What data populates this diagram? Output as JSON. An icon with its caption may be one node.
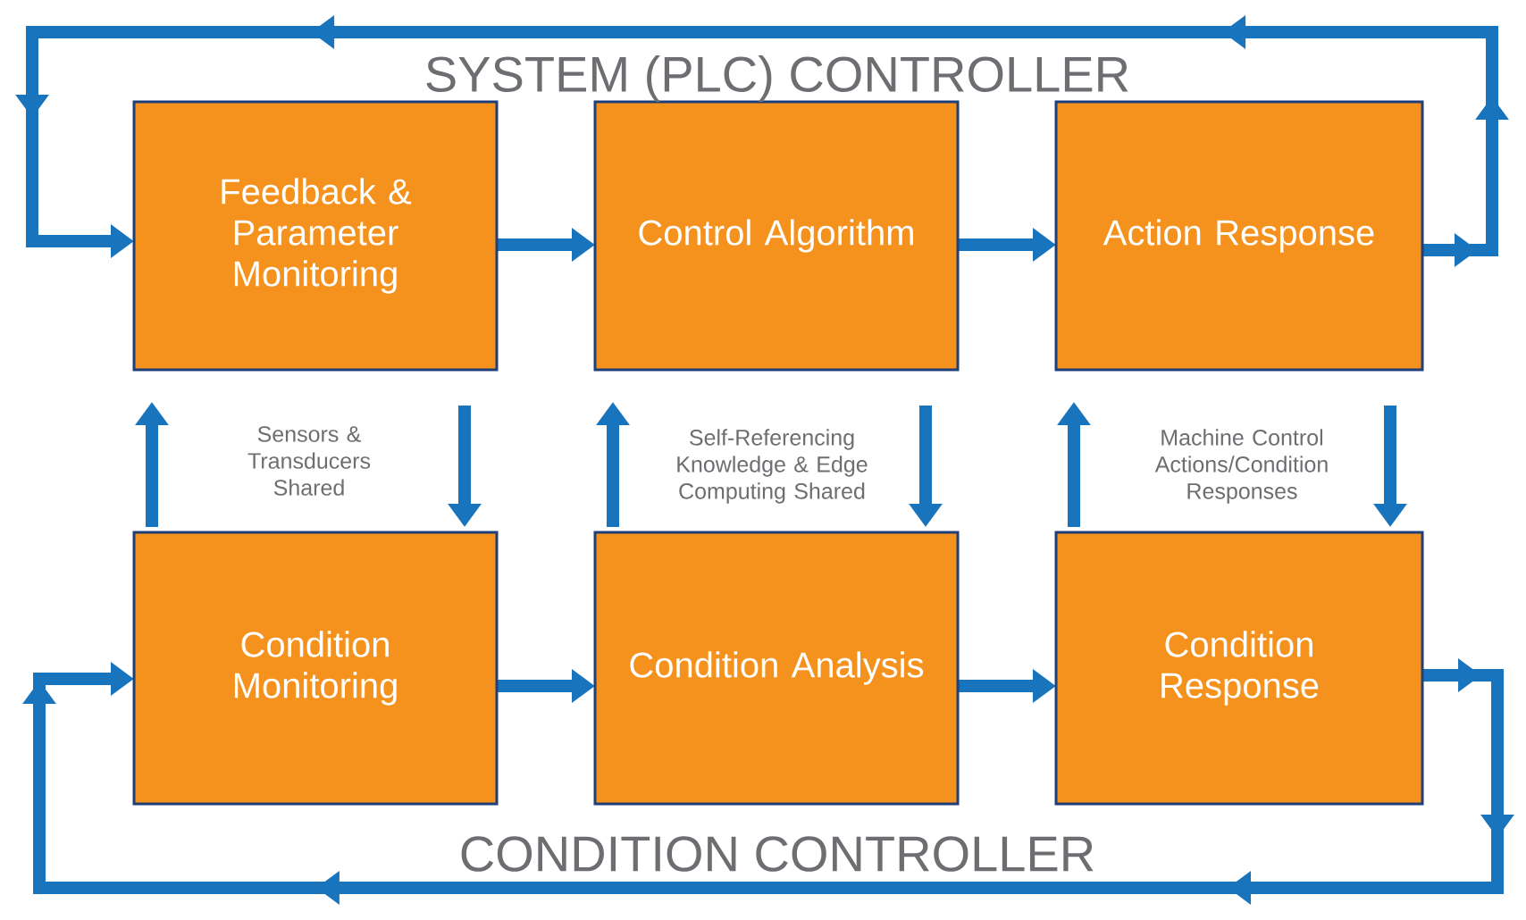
{
  "diagram": {
    "nodes": [
      {
        "text": [
          "Feedback & Parameter Monitoring"
        ]
      },
      {
        "text": [
          "Control Algorithm"
        ]
      },
      {
        "text": [
          "Action Response"
        ]
      },
      {
        "text": [
          "Condition Monitoring"
        ]
      },
      {
        "text": [
          "Condition Analysis"
        ]
      },
      {
        "text": [
          "Condition Response"
        ]
      }
    ],
    "edges": [
      {
        "from": 0,
        "to": 1,
        "arrow": "to"
      },
      {
        "from": 1,
        "to": 2,
        "arrow": "to"
      },
      {
        "from": 2,
        "to": 0,
        "arrow": "to"
      },
      {
        "from": 3,
        "to": 4,
        "arrow": "to"
      },
      {
        "from": 4,
        "to": 5,
        "arrow": "to"
      },
      {
        "from": 5,
        "to": 3,
        "arrow": "to"
      },
      {
        "from": 3,
        "to": 0,
        "arrow": "to"
      },
      {
        "from": 0,
        "to": 3,
        "arrow": "to"
      },
      {
        "from": 4,
        "to": 1,
        "arrow": "to"
      },
      {
        "from": 1,
        "to": 4,
        "arrow": "to"
      },
      {
        "from": 5,
        "to": 2,
        "arrow": "to"
      },
      {
        "from": 2,
        "to": 5,
        "arrow": "to"
      }
    ],
    "labels": [
      "SYSTEM (PLC) CONTROLLER",
      "Sensors & Transducers Shared",
      "Self-Referencing Knowledge & Edge Computing Shared",
      "Machine Control Actions/Condition Responses",
      "CONDITION CONTROLLER"
    ]
  }
}
